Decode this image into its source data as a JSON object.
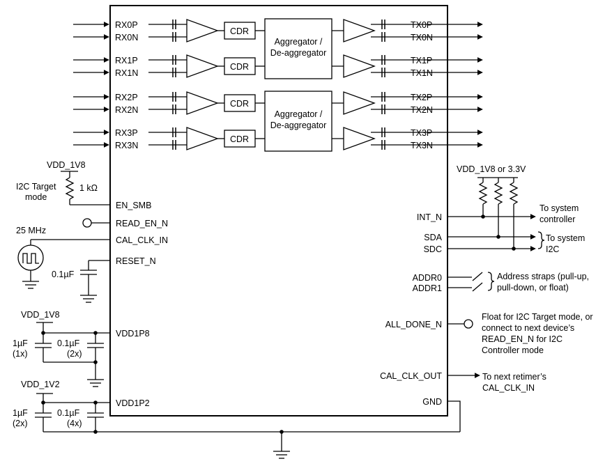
{
  "pins": {
    "rx": [
      "RX0P",
      "RX0N",
      "RX1P",
      "RX1N",
      "RX2P",
      "RX2N",
      "RX3P",
      "RX3N"
    ],
    "tx": [
      "TX0P",
      "TX0N",
      "TX1P",
      "TX1N",
      "TX2P",
      "TX2N",
      "TX3P",
      "TX3N"
    ],
    "cdr": "CDR",
    "aggregator_line1": "Aggregator /",
    "aggregator_line2": "De-aggregator",
    "left": {
      "en_smb": "EN_SMB",
      "read_en_n": "READ_EN_N",
      "cal_clk_in": "CAL_CLK_IN",
      "reset_n": "RESET_N",
      "vdd1p8": "VDD1P8",
      "vdd1p2": "VDD1P2"
    },
    "right": {
      "int_n": "INT_N",
      "sda": "SDA",
      "sdc": "SDC",
      "addr0": "ADDR0",
      "addr1": "ADDR1",
      "all_done_n": "ALL_DONE_N",
      "cal_clk_out": "CAL_CLK_OUT",
      "gnd": "GND"
    }
  },
  "external": {
    "vdd_1v8_top": "VDD_1V8",
    "i2c_target_line1": "I2C Target",
    "i2c_target_line2": "mode",
    "resistor": "1 kΩ",
    "clock_freq": "25 MHz",
    "reset_cap": "0.1µF",
    "vdd_1v8_b": "VDD_1V8",
    "cap_1uf_a": "1µF",
    "cap_1x": "(1x)",
    "cap_01uf_a": "0.1µF",
    "cap_2x_a": "(2x)",
    "vdd_1v2": "VDD_1V2",
    "cap_1uf_b": "1µF",
    "cap_2x_b": "(2x)",
    "cap_01uf_b": "0.1µF",
    "cap_4x": "(4x)",
    "pullup_supply": "VDD_1V8 or 3.3V",
    "to_controller_1": "To system",
    "to_controller_2": "controller",
    "to_i2c_1": "To system",
    "to_i2c_2": "I2C",
    "straps_1": "Address straps (pull-up,",
    "straps_2": "pull-down, or float)",
    "float_1": "Float for I2C Target mode, or",
    "float_2": "connect to next device’s",
    "float_3": "READ_EN_N for I2C",
    "float_4": "Controller  mode",
    "next_1": "To next retimer’s",
    "next_2": "CAL_CLK_IN"
  }
}
